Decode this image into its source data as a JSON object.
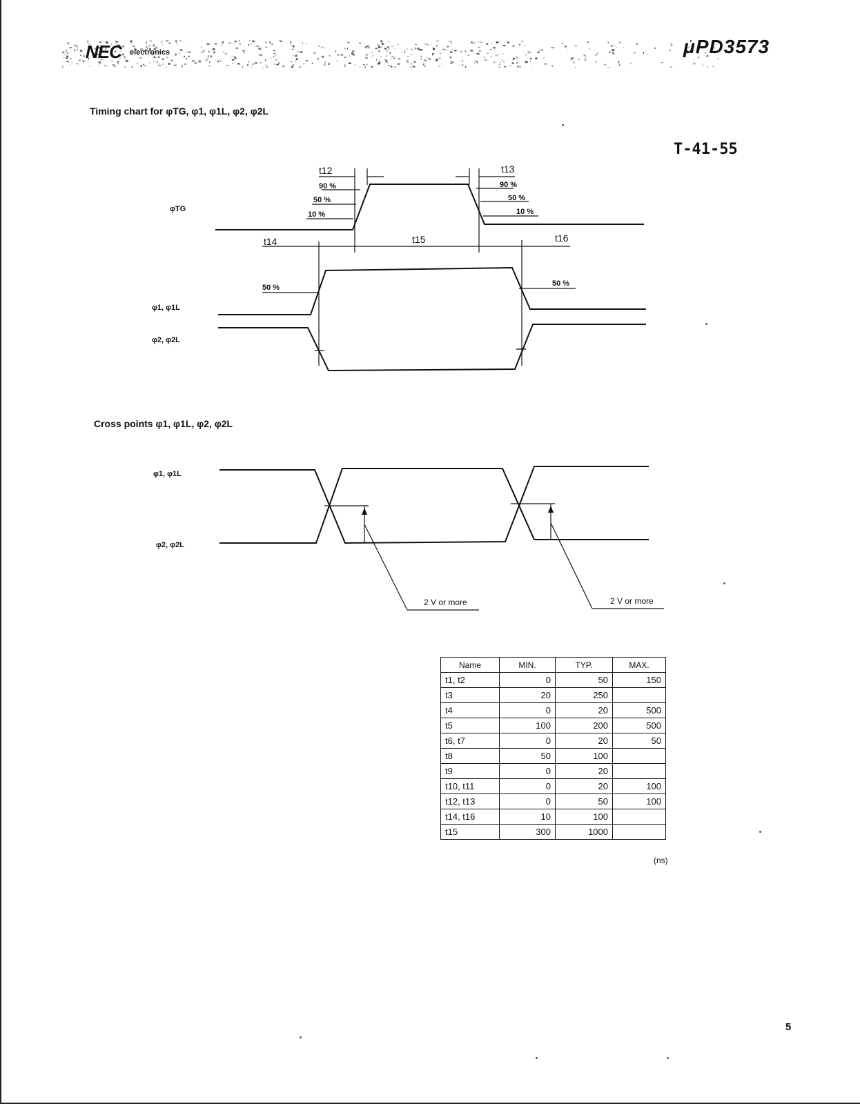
{
  "header": {
    "brand": "NEC",
    "brand_sub": "electronics",
    "part_number": "μPD3573"
  },
  "document_code": "T-41-55",
  "sections": {
    "timing_title": "Timing chart for φTG, φ1, φ1L, φ2, φ2L",
    "cross_title": "Cross points φ1, φ1L, φ2, φ2L"
  },
  "timing_chart": {
    "signals": [
      "φTG",
      "φ1, φ1L",
      "φ2, φ2L"
    ],
    "labels": {
      "t12": "t12",
      "t13": "t13",
      "t14": "t14",
      "t15": "t15",
      "t16": "t16",
      "p90": "90 %",
      "p50": "50 %",
      "p10": "10 %"
    }
  },
  "cross_chart": {
    "signals": [
      "φ1, φ1L",
      "φ2, φ2L"
    ],
    "note": "2 V or more"
  },
  "table": {
    "headers": [
      "Name",
      "MIN.",
      "TYP.",
      "MAX."
    ],
    "rows": [
      {
        "name": "t1, t2",
        "min": "0",
        "typ": "50",
        "max": "150"
      },
      {
        "name": "t3",
        "min": "20",
        "typ": "250",
        "max": ""
      },
      {
        "name": "t4",
        "min": "0",
        "typ": "20",
        "max": "500"
      },
      {
        "name": "t5",
        "min": "100",
        "typ": "200",
        "max": "500"
      },
      {
        "name": "t6, t7",
        "min": "0",
        "typ": "20",
        "max": "50"
      },
      {
        "name": "t8",
        "min": "50",
        "typ": "100",
        "max": ""
      },
      {
        "name": "t9",
        "min": "0",
        "typ": "20",
        "max": ""
      },
      {
        "name": "t10, t11",
        "min": "0",
        "typ": "20",
        "max": "100"
      },
      {
        "name": "t12, t13",
        "min": "0",
        "typ": "50",
        "max": "100"
      },
      {
        "name": "t14, t16",
        "min": "10",
        "typ": "100",
        "max": ""
      },
      {
        "name": "t15",
        "min": "300",
        "typ": "1000",
        "max": ""
      }
    ],
    "unit": "(ns)"
  },
  "page_number": "5"
}
